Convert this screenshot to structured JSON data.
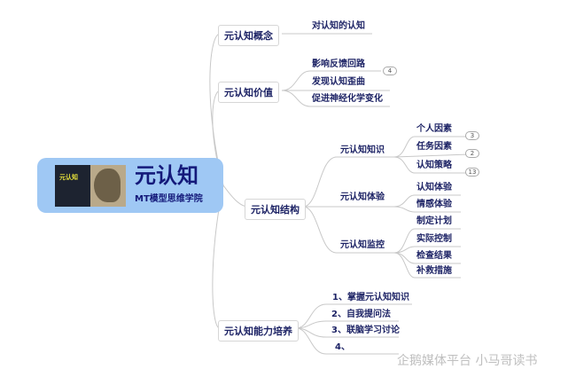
{
  "center": {
    "title": "元认知",
    "subtitle": "MT模型思维学院",
    "thumb_title": "元认知"
  },
  "branches": {
    "concept": {
      "label": "元认知概念",
      "items": [
        "对认知的认知"
      ]
    },
    "value": {
      "label": "元认知价值",
      "items": [
        "影响反馈回路",
        "发现认知歪曲",
        "促进神经化学变化"
      ],
      "badge": "4"
    },
    "structure": {
      "label": "元认知结构",
      "knowledge": {
        "label": "元认知知识",
        "items": [
          "个人因素",
          "任务因素",
          "认知策略"
        ],
        "badges": [
          "3",
          "2",
          "13"
        ]
      },
      "experience": {
        "label": "元认知体验",
        "items": [
          "认知体验",
          "情感体验"
        ]
      },
      "monitor": {
        "label": "元认知监控",
        "items": [
          "制定计划",
          "实际控制",
          "检查结果",
          "补救措施"
        ]
      }
    },
    "training": {
      "label": "元认知能力培养",
      "items": [
        "1、掌握元认知知识",
        "2、自我提问法",
        "3、联脑学习讨论",
        "4、"
      ]
    }
  },
  "watermark": "企鹅媒体平台 小马哥读书",
  "colors": {
    "text": "#1e2466",
    "center_bg": "#9fc8f4",
    "line": "#c8c8c8"
  }
}
